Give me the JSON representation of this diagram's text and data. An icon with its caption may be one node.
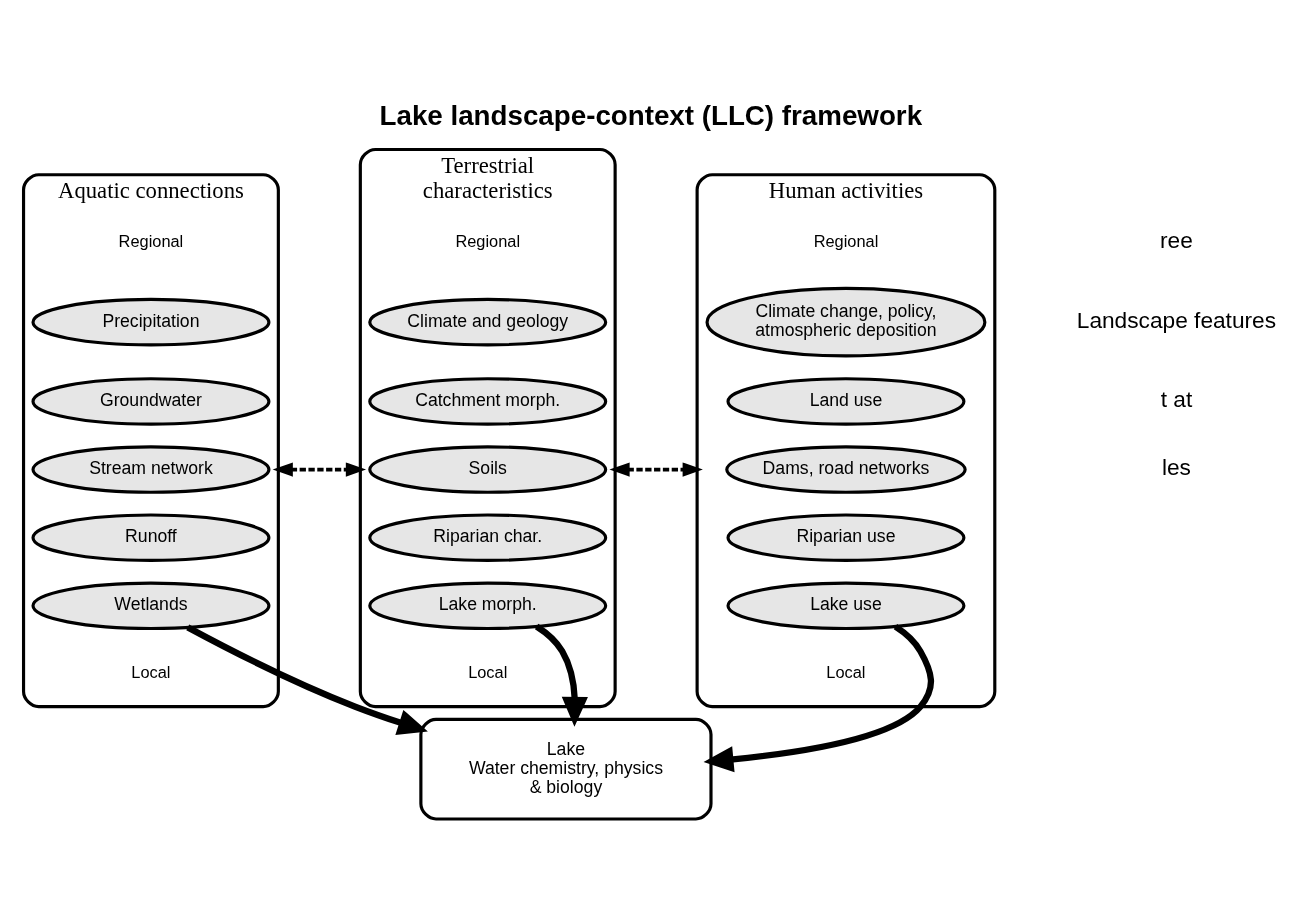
{
  "diagram": {
    "title": "Lake landscape-context (LLC) framework",
    "nodes": [
      {
        "text": [
          "Aquatic connections"
        ],
        "beside": [
          "Regional",
          "Local"
        ]
      },
      {
        "text": [
          "Precipitation"
        ],
        "in": 0
      },
      {
        "text": [
          "Groundwater"
        ],
        "in": 0
      },
      {
        "text": [
          "Stream network"
        ],
        "in": 0
      },
      {
        "text": [
          "Runoff"
        ],
        "in": 0
      },
      {
        "text": [
          "Wetlands"
        ],
        "in": 0
      },
      {
        "text": [
          "Terrestrial characteristics"
        ],
        "beside": [
          "Regional",
          "Local"
        ]
      },
      {
        "text": [
          "Climate and geology"
        ],
        "in": 6
      },
      {
        "text": [
          "Catchment morph."
        ],
        "in": 6
      },
      {
        "text": [
          "Soils"
        ],
        "in": 6
      },
      {
        "text": [
          "Riparian char."
        ],
        "in": 6
      },
      {
        "text": [
          "Lake morph."
        ],
        "in": 6
      },
      {
        "text": [
          "Human activities"
        ],
        "beside": [
          "Regional",
          "Local"
        ]
      },
      {
        "text": [
          "Climate change, policy, atmospheric deposition"
        ],
        "in": 12
      },
      {
        "text": [
          "Land use"
        ],
        "in": 12
      },
      {
        "text": [
          "Dams, road networks"
        ],
        "in": 12
      },
      {
        "text": [
          "Riparian use"
        ],
        "in": 12
      },
      {
        "text": [
          "Lake use"
        ],
        "in": 12
      },
      {
        "text": [
          "Lake",
          "Water chemistry, physics & biology"
        ]
      }
    ],
    "edges": [
      {
        "from": 0,
        "to": 6,
        "arrow": "both",
        "style": "dashed"
      },
      {
        "from": 6,
        "to": 12,
        "arrow": "both",
        "style": "dashed"
      },
      {
        "from": 5,
        "to": 18,
        "arrow": "to"
      },
      {
        "from": 11,
        "to": 18,
        "arrow": "to"
      },
      {
        "from": 17,
        "to": 18,
        "arrow": "to"
      }
    ],
    "labels": [
      "ree",
      "Landscape features",
      "t at",
      "les"
    ]
  }
}
